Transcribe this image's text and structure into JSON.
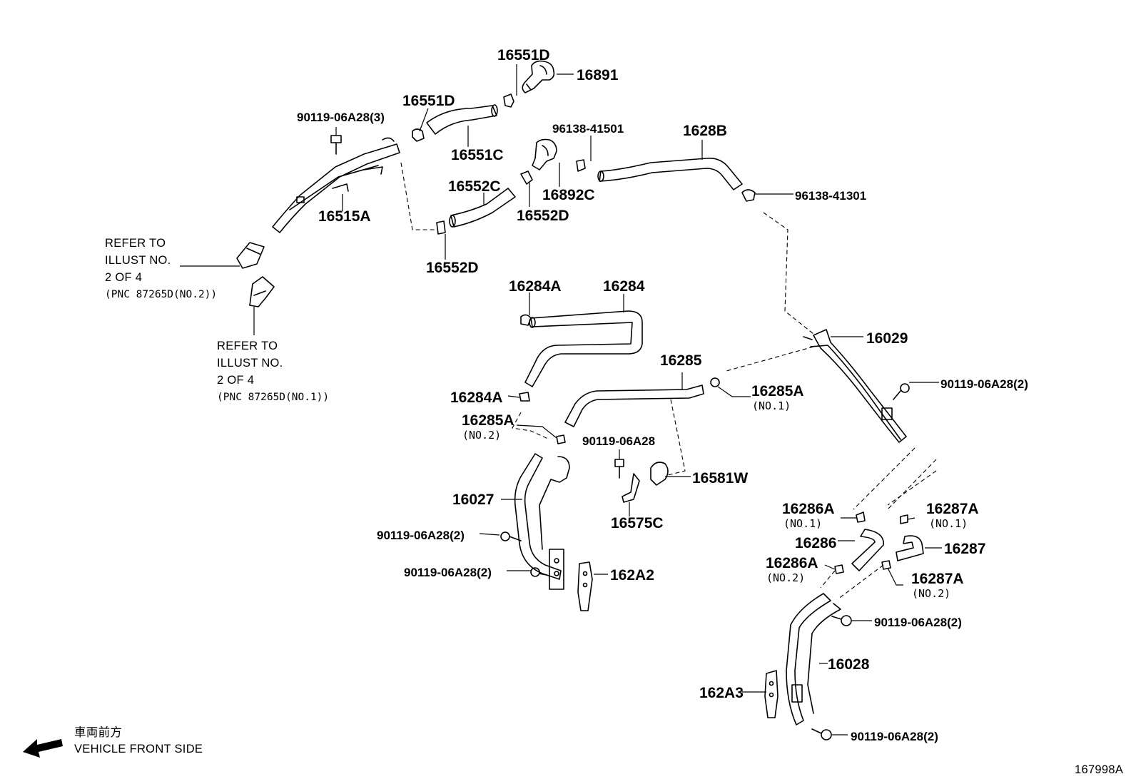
{
  "labels": {
    "p16551D_top": "16551D",
    "p16891": "16891",
    "p16551D_left": "16551D",
    "p90119_3": "90119-06A28(3)",
    "p16551C": "16551C",
    "p96138_41501": "96138-41501",
    "p1628B": "1628B",
    "p16552C": "16552C",
    "p16892C": "16892C",
    "p96138_41301": "96138-41301",
    "p16552D_mid": "16552D",
    "p16515A": "16515A",
    "p16552D_bot": "16552D",
    "p16284A_top": "16284A",
    "p16284": "16284",
    "p16029": "16029",
    "p16285": "16285",
    "p90119_2_right": "90119-06A28(2)",
    "p16285A_no1": "16285A",
    "p16285A_no1_sub": "(NO.1)",
    "p16284A_bot": "16284A",
    "p16285A_no2": "16285A",
    "p16285A_no2_sub": "(NO.2)",
    "p90119_single": "90119-06A28",
    "p16581W": "16581W",
    "p16027": "16027",
    "p16575C": "16575C",
    "p16286A_no1": "16286A",
    "p16286A_no1_sub": "(NO.1)",
    "p16287A_no1": "16287A",
    "p16287A_no1_sub": "(NO.1)",
    "p90119_2_a": "90119-06A28(2)",
    "p16286": "16286",
    "p16287": "16287",
    "p90119_2_b": "90119-06A28(2)",
    "p162A2": "162A2",
    "p16286A_no2": "16286A",
    "p16286A_no2_sub": "(NO.2)",
    "p16287A_no2": "16287A",
    "p16287A_no2_sub": "(NO.2)",
    "p90119_2_c": "90119-06A28(2)",
    "p16028": "16028",
    "p162A3": "162A3",
    "p90119_2_d": "90119-06A28(2)"
  },
  "refer_notes": {
    "no2": {
      "line1": "REFER TO",
      "line2": "ILLUST NO.",
      "line3": "2 OF 4",
      "line4": "(PNC 87265D(NO.2))"
    },
    "no1": {
      "line1": "REFER TO",
      "line2": "ILLUST NO.",
      "line3": "2 OF 4",
      "line4": "(PNC 87265D(NO.1))"
    }
  },
  "vehicle_front": {
    "jp": "車両前方",
    "en": "VEHICLE FRONT SIDE"
  },
  "illustration_id": "167998A"
}
